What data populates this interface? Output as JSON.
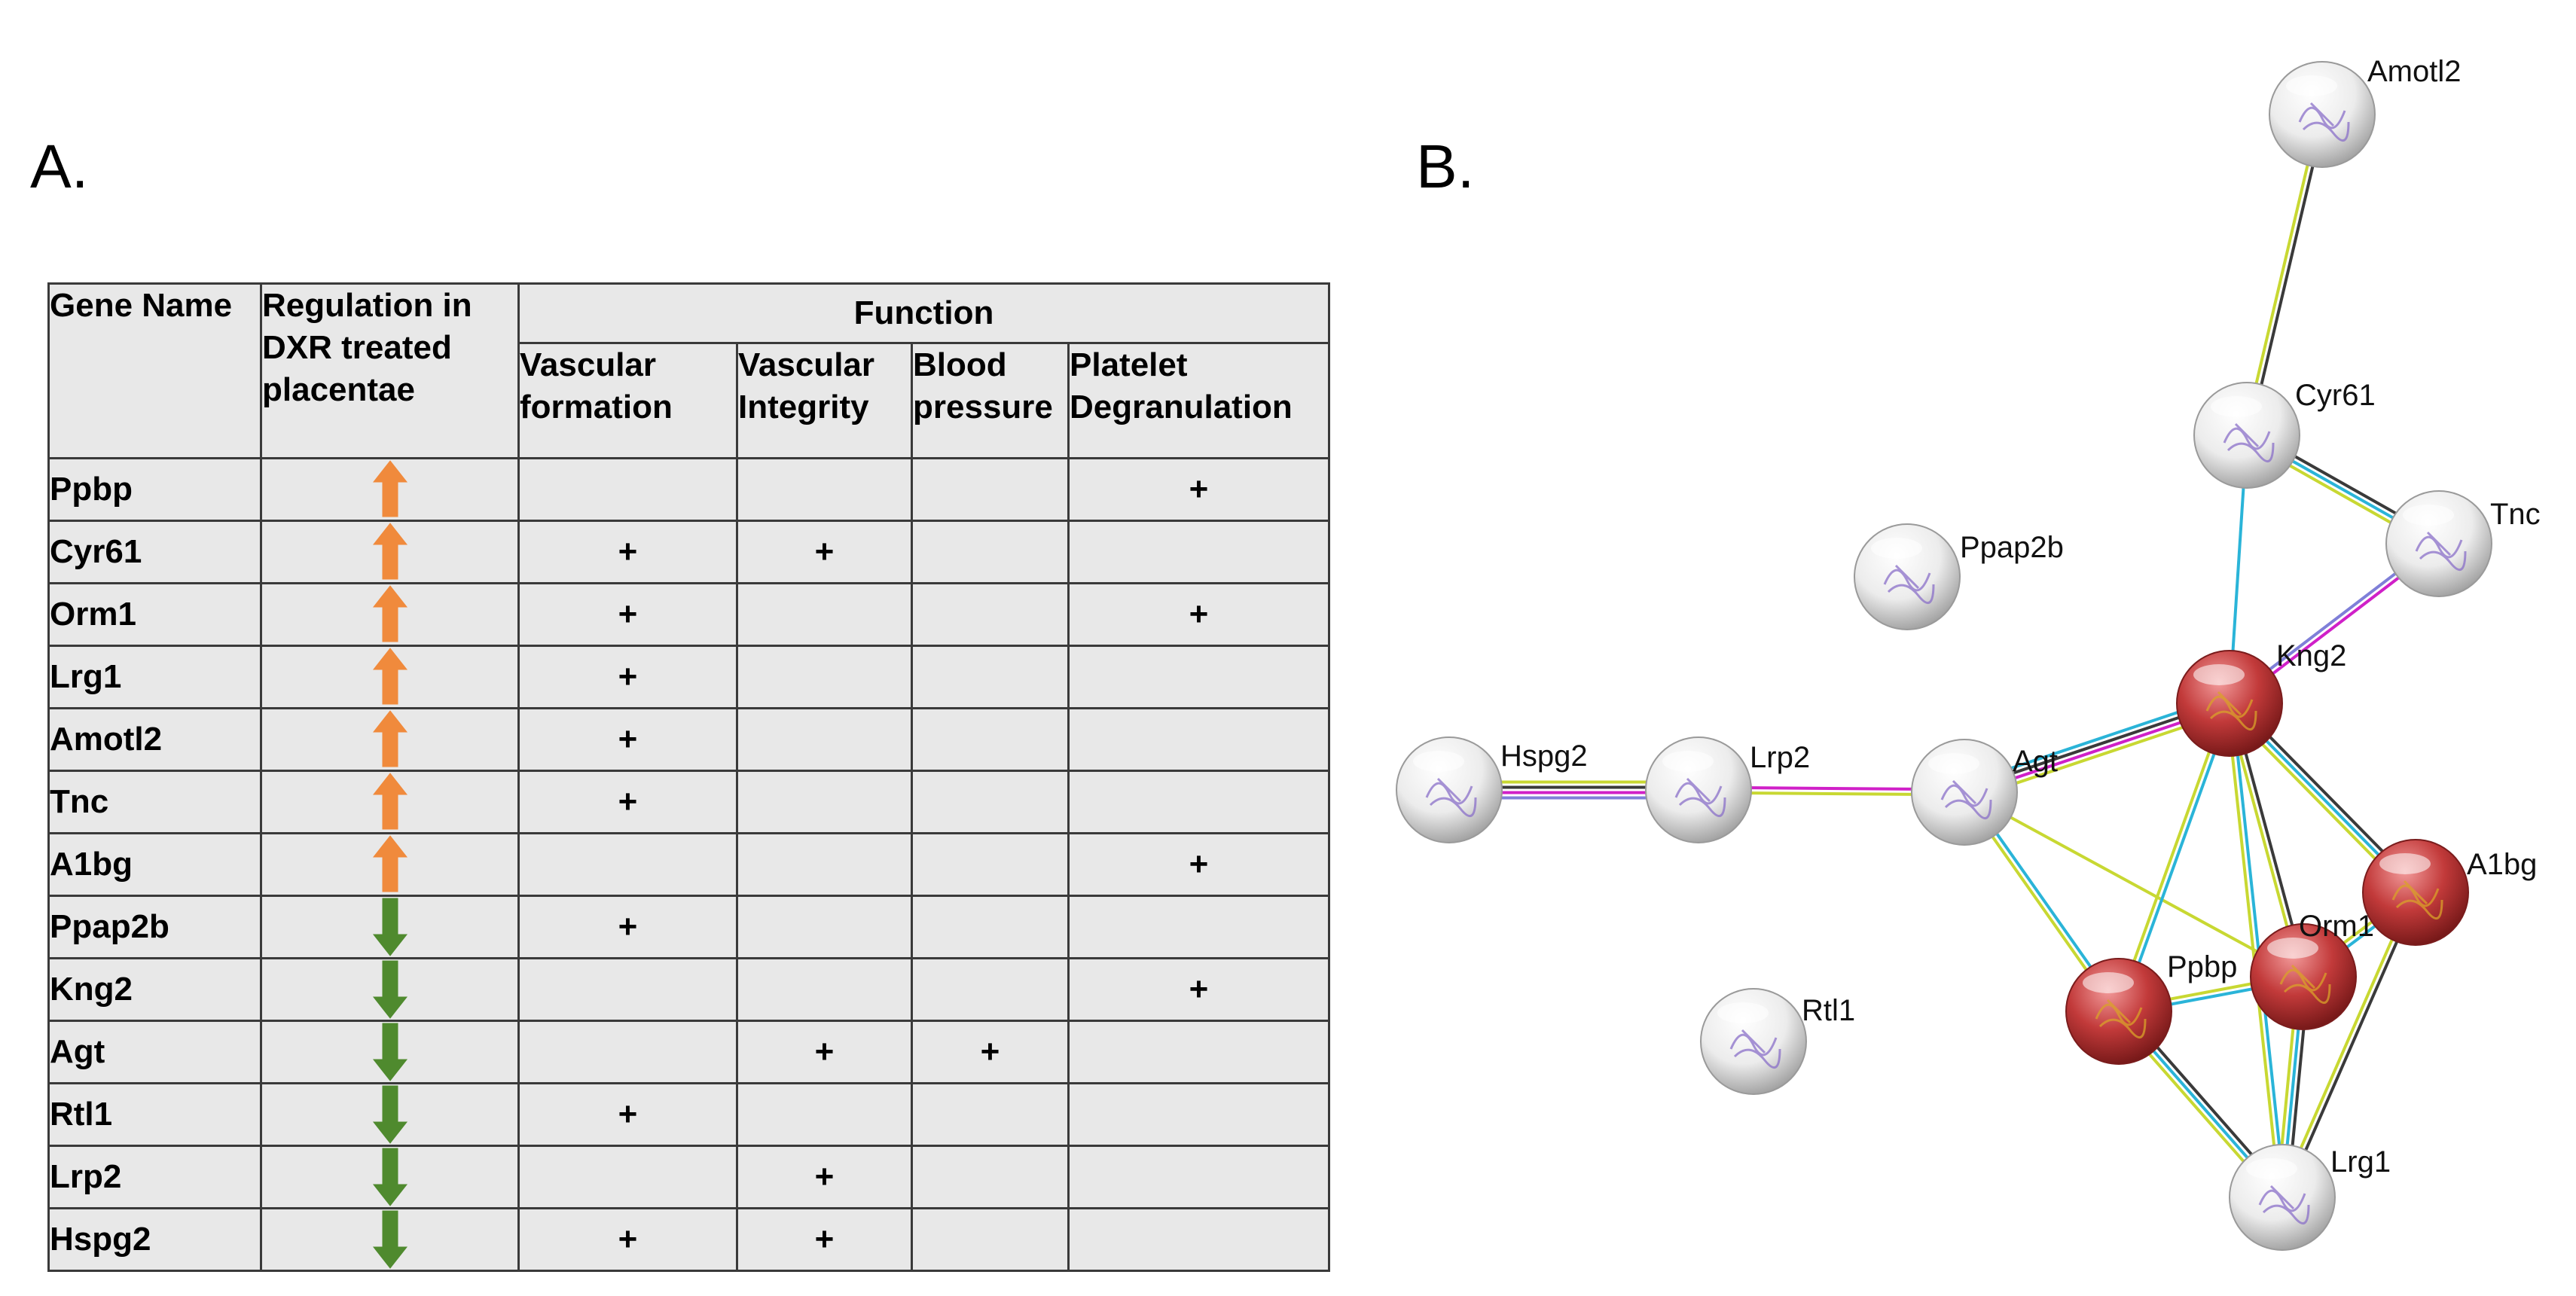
{
  "panels": {
    "a": "A.",
    "b": "B."
  },
  "table": {
    "headers": {
      "gene_name": "Gene Name",
      "regulation": "Regulation in DXR treated placentae",
      "function": "Function",
      "functions": [
        "Vascular formation",
        "Vascular Integrity",
        "Blood pressure",
        "Platelet Degranulation"
      ]
    },
    "rows": [
      {
        "gene": "Ppbp",
        "regulation": "up",
        "marks": [
          "",
          "",
          "",
          "+"
        ]
      },
      {
        "gene": "Cyr61",
        "regulation": "up",
        "marks": [
          "+",
          "+",
          "",
          ""
        ]
      },
      {
        "gene": "Orm1",
        "regulation": "up",
        "marks": [
          "+",
          "",
          "",
          "+"
        ]
      },
      {
        "gene": "Lrg1",
        "regulation": "up",
        "marks": [
          "+",
          "",
          "",
          ""
        ]
      },
      {
        "gene": "Amotl2",
        "regulation": "up",
        "marks": [
          "+",
          "",
          "",
          ""
        ]
      },
      {
        "gene": "Tnc",
        "regulation": "up",
        "marks": [
          "+",
          "",
          "",
          ""
        ]
      },
      {
        "gene": "A1bg",
        "regulation": "up",
        "marks": [
          "",
          "",
          "",
          "+"
        ]
      },
      {
        "gene": "Ppap2b",
        "regulation": "down",
        "marks": [
          "+",
          "",
          "",
          ""
        ]
      },
      {
        "gene": "Kng2",
        "regulation": "down",
        "marks": [
          "",
          "",
          "",
          "+"
        ]
      },
      {
        "gene": "Agt",
        "regulation": "down",
        "marks": [
          "",
          "+",
          "+",
          ""
        ]
      },
      {
        "gene": "Rtl1",
        "regulation": "down",
        "marks": [
          "+",
          "",
          "",
          ""
        ]
      },
      {
        "gene": "Lrp2",
        "regulation": "down",
        "marks": [
          "",
          "+",
          "",
          ""
        ]
      },
      {
        "gene": "Hspg2",
        "regulation": "down",
        "marks": [
          "+",
          "+",
          "",
          ""
        ]
      }
    ],
    "colors": {
      "up_arrow": "#f08a3c",
      "down_arrow": "#4f8a2e",
      "cell_bg": "#e8e8e8"
    }
  },
  "network": {
    "nodes": [
      {
        "id": "Amotl2",
        "label": "Amotl2",
        "style": "white"
      },
      {
        "id": "Cyr61",
        "label": "Cyr61",
        "style": "white"
      },
      {
        "id": "Tnc",
        "label": "Tnc",
        "style": "white"
      },
      {
        "id": "Ppap2b",
        "label": "Ppap2b",
        "style": "white"
      },
      {
        "id": "Kng2",
        "label": "Kng2",
        "style": "red"
      },
      {
        "id": "Hspg2",
        "label": "Hspg2",
        "style": "white"
      },
      {
        "id": "Lrp2",
        "label": "Lrp2",
        "style": "white"
      },
      {
        "id": "Agt",
        "label": "Agt",
        "style": "white"
      },
      {
        "id": "A1bg",
        "label": "A1bg",
        "style": "red"
      },
      {
        "id": "Orm1",
        "label": "Orm1",
        "style": "red"
      },
      {
        "id": "Ppbp",
        "label": "Ppbp",
        "style": "red"
      },
      {
        "id": "Rtl1",
        "label": "Rtl1",
        "style": "white"
      },
      {
        "id": "Lrg1",
        "label": "Lrg1",
        "style": "white"
      }
    ],
    "edges": [
      {
        "source": "Amotl2",
        "target": "Cyr61",
        "colors": [
          "#3a3a3a",
          "#c8d832"
        ]
      },
      {
        "source": "Cyr61",
        "target": "Tnc",
        "colors": [
          "#3a3a3a",
          "#2ab4d8",
          "#c8d832"
        ]
      },
      {
        "source": "Cyr61",
        "target": "Kng2",
        "colors": [
          "#2ab4d8"
        ]
      },
      {
        "source": "Tnc",
        "target": "Kng2",
        "colors": [
          "#d020c8",
          "#7f7fd8"
        ]
      },
      {
        "source": "Hspg2",
        "target": "Lrp2",
        "colors": [
          "#c8d832",
          "#3a3a3a",
          "#d020c8",
          "#7f7fd8"
        ]
      },
      {
        "source": "Lrp2",
        "target": "Agt",
        "colors": [
          "#d020c8",
          "#c8d832"
        ]
      },
      {
        "source": "Agt",
        "target": "Kng2",
        "colors": [
          "#2ab4d8",
          "#3a3a3a",
          "#d020c8",
          "#c8d832"
        ]
      },
      {
        "source": "Agt",
        "target": "Orm1",
        "colors": [
          "#c8d832"
        ]
      },
      {
        "source": "Agt",
        "target": "Ppbp",
        "colors": [
          "#2ab4d8",
          "#c8d832"
        ]
      },
      {
        "source": "Kng2",
        "target": "A1bg",
        "colors": [
          "#3a3a3a",
          "#2ab4d8",
          "#c8d832"
        ]
      },
      {
        "source": "Kng2",
        "target": "Orm1",
        "colors": [
          "#3a3a3a",
          "#c8d832"
        ]
      },
      {
        "source": "Kng2",
        "target": "Ppbp",
        "colors": [
          "#2ab4d8",
          "#c8d832"
        ]
      },
      {
        "source": "Kng2",
        "target": "Lrg1",
        "colors": [
          "#2ab4d8",
          "#c8d832"
        ]
      },
      {
        "source": "A1bg",
        "target": "Orm1",
        "colors": [
          "#2ab4d8",
          "#c8d832"
        ]
      },
      {
        "source": "A1bg",
        "target": "Lrg1",
        "colors": [
          "#3a3a3a",
          "#c8d832"
        ]
      },
      {
        "source": "Orm1",
        "target": "Ppbp",
        "colors": [
          "#2ab4d8",
          "#c8d832"
        ]
      },
      {
        "source": "Orm1",
        "target": "Lrg1",
        "colors": [
          "#3a3a3a",
          "#2ab4d8",
          "#c8d832"
        ]
      },
      {
        "source": "Ppbp",
        "target": "Lrg1",
        "colors": [
          "#3a3a3a",
          "#2ab4d8",
          "#c8d832"
        ]
      }
    ],
    "colors": {
      "white_node": "#f4f4f4",
      "red_node": "#c23a3a"
    }
  }
}
